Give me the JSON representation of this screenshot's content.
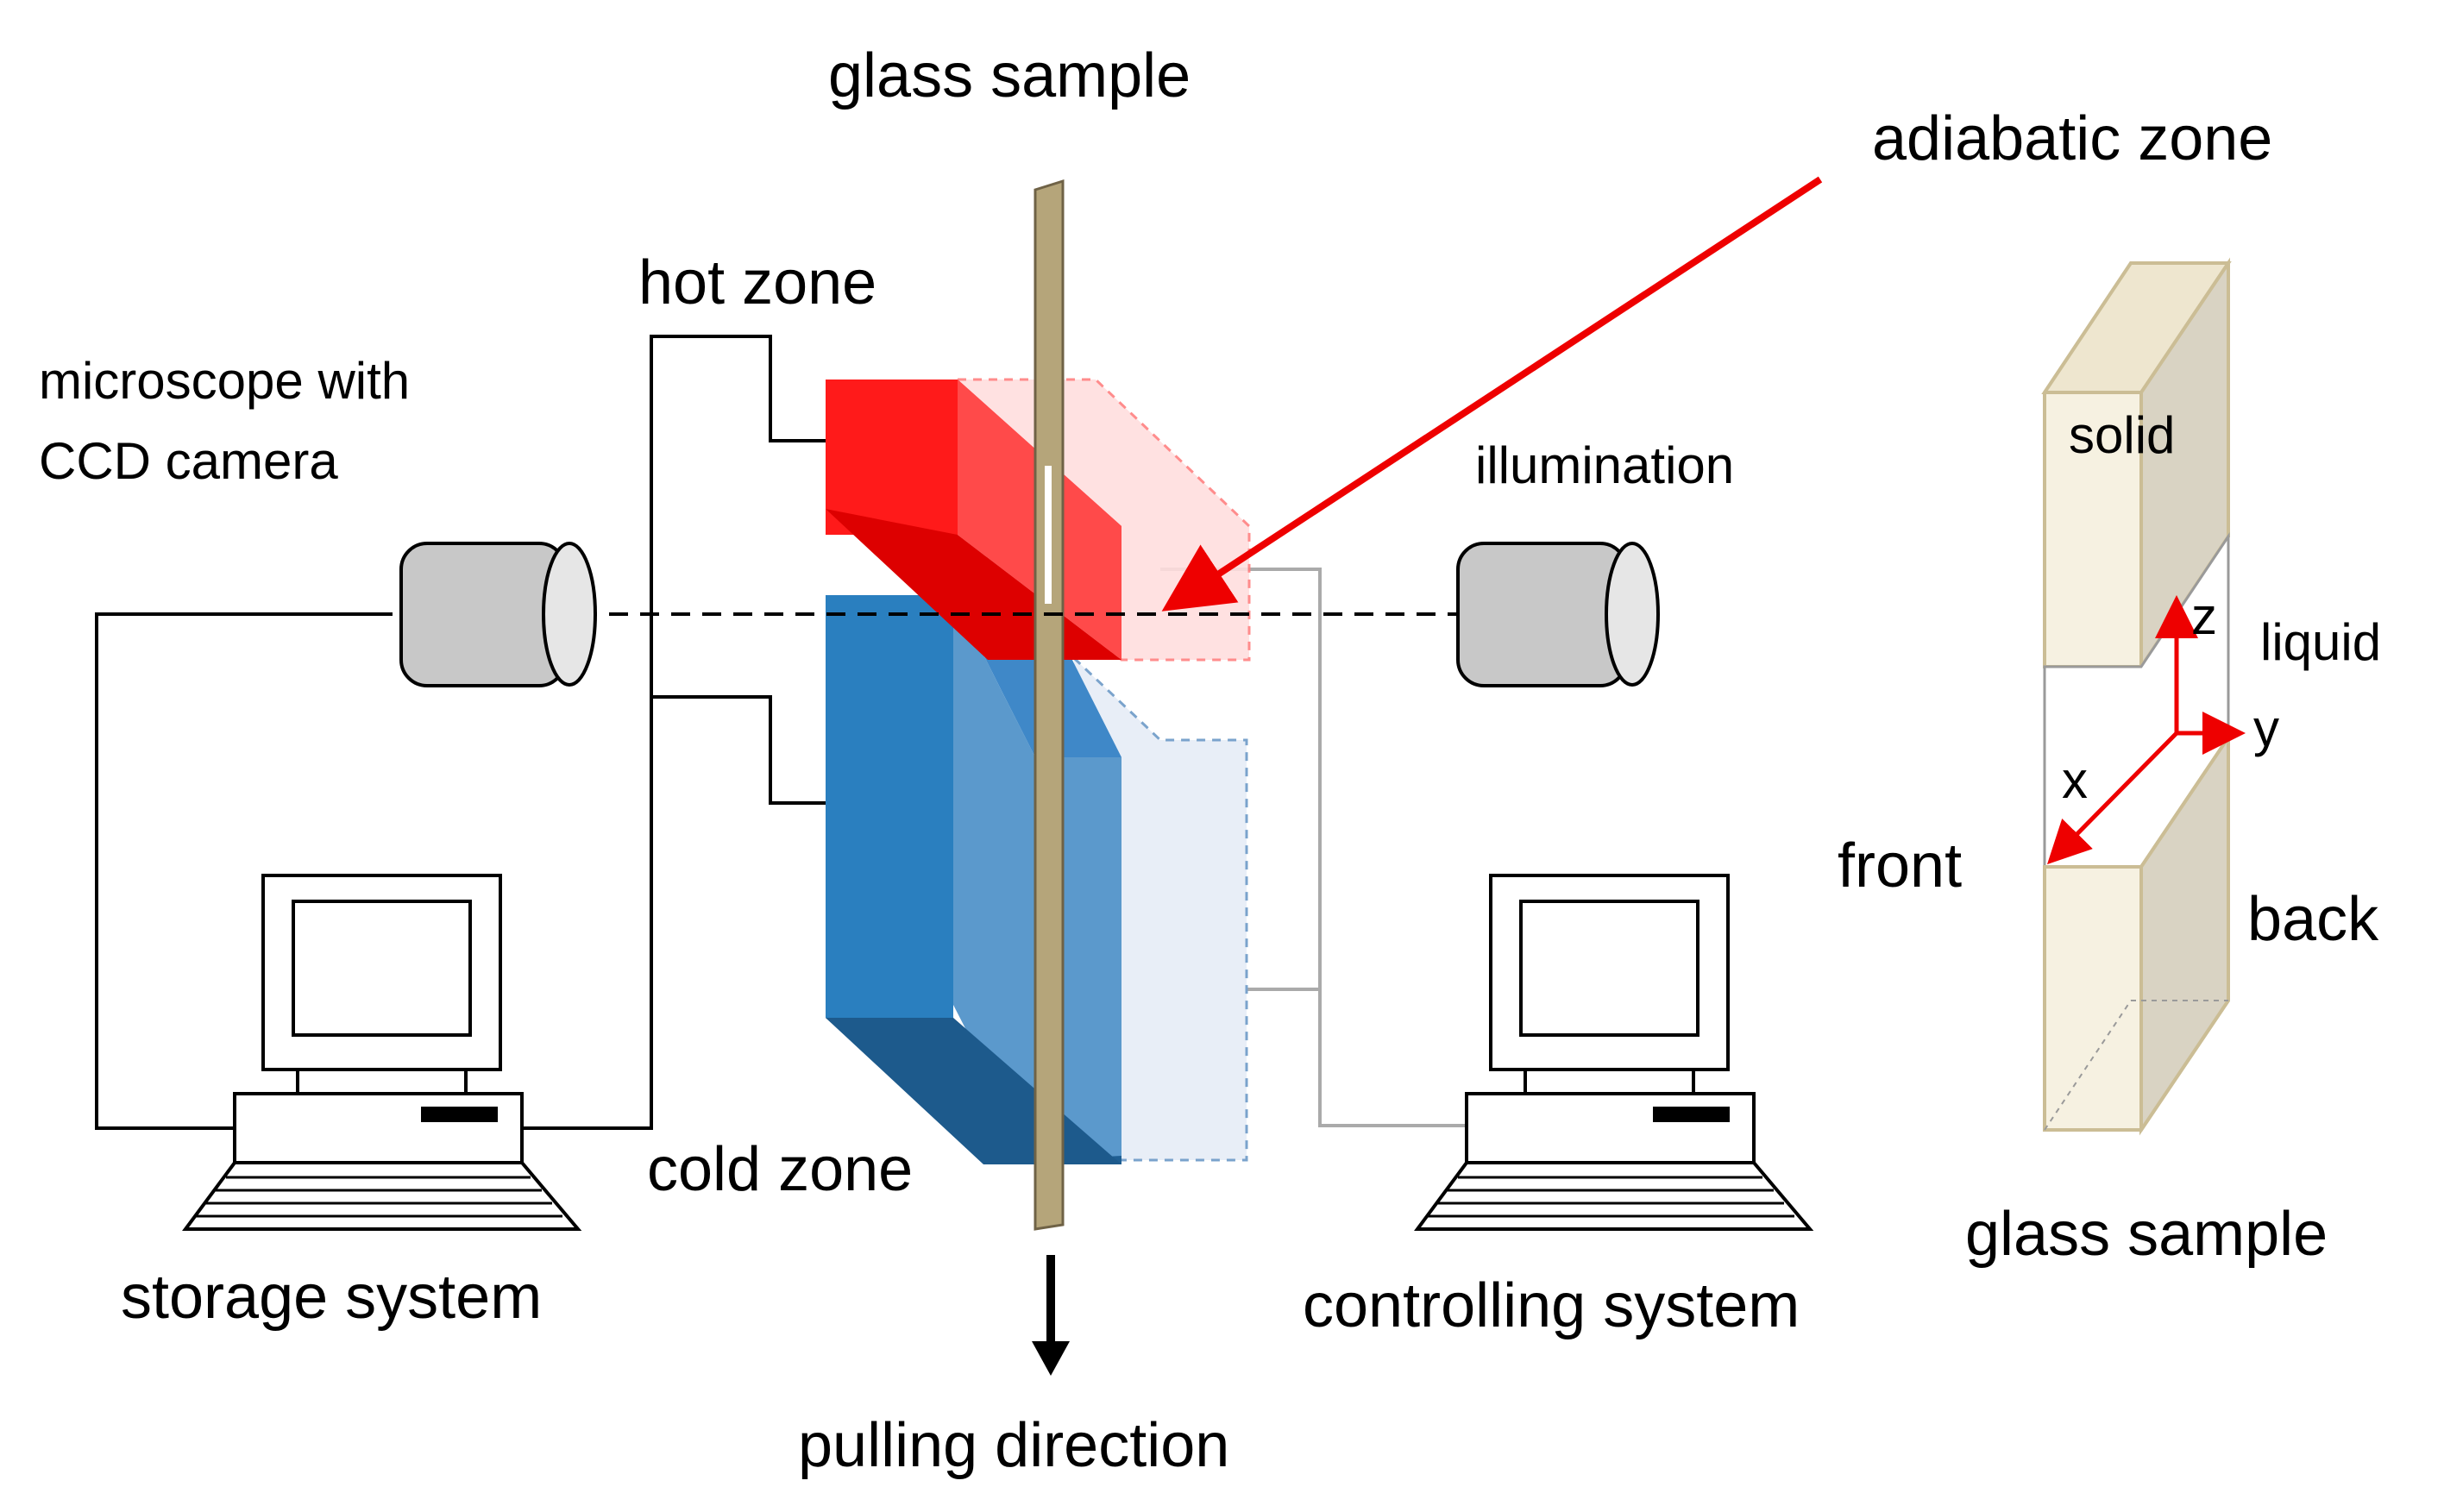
{
  "labels": {
    "glass_sample_top": "glass sample",
    "adiabatic_zone": "adiabatic zone",
    "hot_zone": "hot zone",
    "microscope_line1": "microscope with",
    "microscope_line2": "CCD camera",
    "illumination": "illumination",
    "cold_zone": "cold zone",
    "storage_system": "storage system",
    "controlling_system": "controlling system",
    "pulling_direction": "pulling direction"
  },
  "inset": {
    "solid": "solid",
    "liquid": "liquid",
    "front": "front",
    "back": "back",
    "axis_x": "x",
    "axis_y": "y",
    "axis_z": "z",
    "caption": "glass sample"
  },
  "colors": {
    "hot_zone": "#ff0000",
    "cold_zone": "#2a7fbf",
    "sample": "#b5a57a",
    "arrow": "#ee0000",
    "device": "#c8c8c8"
  }
}
